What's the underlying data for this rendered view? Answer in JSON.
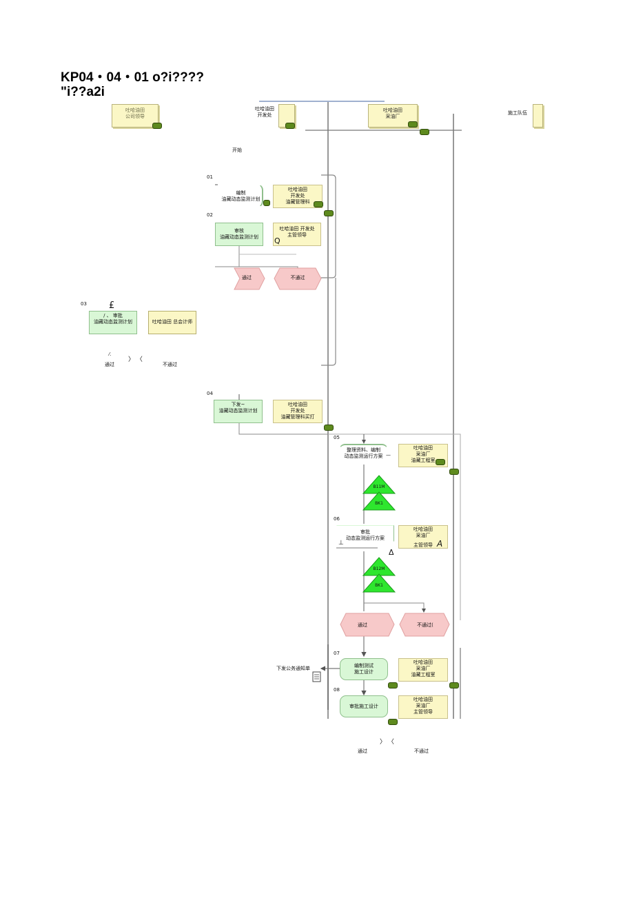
{
  "title": {
    "line1": "KP04・04・01 o?i????",
    "line2": "\"i??a2i"
  },
  "lanes": [
    {
      "id": "lane1",
      "line1": "吐哈油田",
      "line2": "公司领导"
    },
    {
      "id": "lane2",
      "line1": "吐哈油田",
      "line2": "开发处"
    },
    {
      "id": "lane3",
      "line1": "吐哈油田",
      "line2": "采油厂"
    },
    {
      "id": "lane4",
      "line1": "施工队伍",
      "line2": ""
    }
  ],
  "start_label": "开始",
  "steps": [
    {
      "no": "01",
      "func_l1": "编制",
      "func_l2": "油藏动态监测计划",
      "org_l1": "吐哈油田",
      "org_l2": "开发处",
      "org_l3": "油藏管理科"
    },
    {
      "no": "02",
      "func_l1": "审核",
      "func_l2": "油藏动态监测计划",
      "org_l1": "吐哈油田 开发处",
      "org_l2": "主管领导",
      "org_l3": "",
      "mark": "Q"
    },
    {
      "no": "03",
      "func_l1": "/ 、 审批",
      "func_l2": "油藏动态监测计划",
      "org_l1": "吐哈油田 总会计师",
      "org_l2": "",
      "org_l3": "",
      "mark": "£"
    },
    {
      "no": "04",
      "func_l1": "下发~",
      "func_l2": "油藏动态监测计划",
      "org_l1": "吐哈油田",
      "org_l2": "开发处",
      "org_l3": "油藏管理科买打"
    },
    {
      "no": "05",
      "func_l1": "整理资料、编制",
      "func_l2": "动态监测运行方案",
      "org_l1": "吐哈油田",
      "org_l2": "采油厂",
      "org_l3": "油藏工程室"
    },
    {
      "no": "06",
      "func_l1": "审批",
      "func_l2": "动态监测运行方案",
      "org_l1": "吐哈油田",
      "org_l2": "采油厂",
      "org_l3": "主管领导",
      "mark": "A"
    },
    {
      "no": "07",
      "func_l1": "编制测试",
      "func_l2": "施工设计",
      "org_l1": "吐哈油田",
      "org_l2": "采油厂",
      "org_l3": "油藏工程室"
    },
    {
      "no": "08",
      "func_l1": "审批施工设计",
      "func_l2": "",
      "org_l1": "吐哈油田",
      "org_l2": "采油厂",
      "org_l3": "主管领导"
    }
  ],
  "events": {
    "pass_02": "通过",
    "fail_02": "不通过",
    "pass_03": "通过",
    "fail_03": "不通过",
    "pass_06": "通过",
    "fail_06": "不通过(",
    "pass_08": "通过",
    "fail_08": "不通过"
  },
  "connectors": [
    {
      "top": "B11M",
      "bottom": "BK1"
    },
    {
      "top": "B12M",
      "bottom": "BK1"
    }
  ],
  "document_label": "下发公务通知单",
  "colors": {
    "lane_fill": "#fbf7c6",
    "function_fill": "#d9f7d6",
    "event_fill": "#f7c9c9",
    "connector_fill": "#2ee62e",
    "line": "#7a7a7a"
  }
}
